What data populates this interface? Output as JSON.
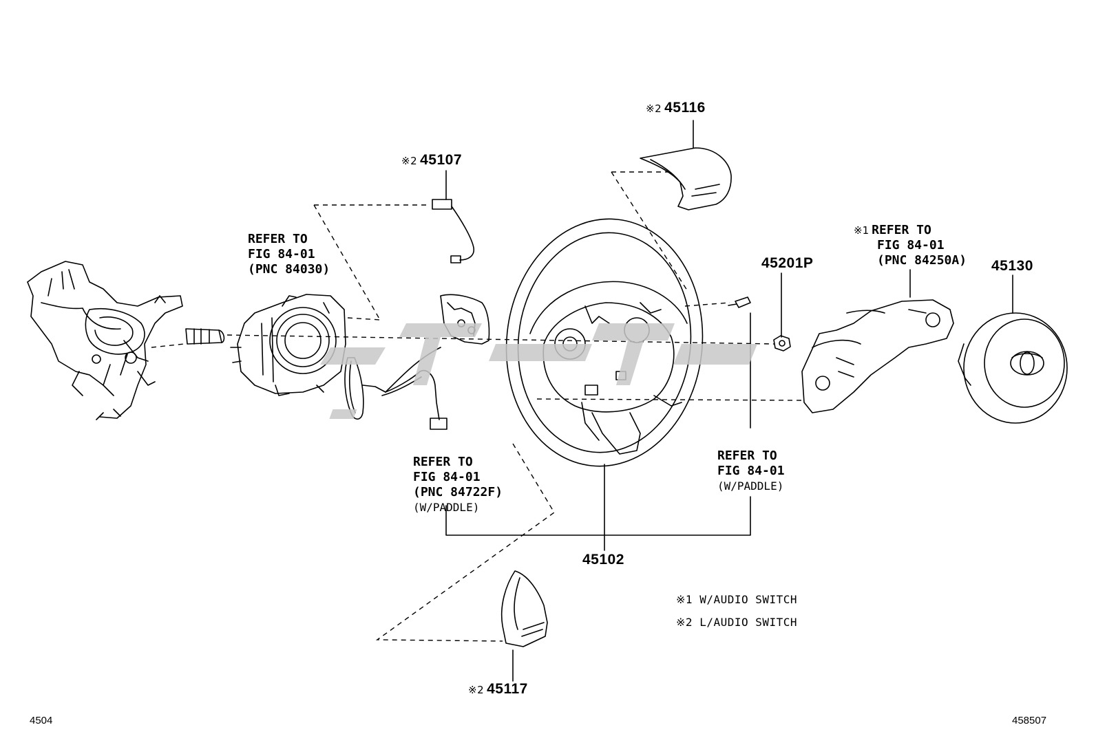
{
  "part_labels": {
    "p45116": {
      "mark": "※2",
      "number": "45116"
    },
    "p45107": {
      "mark": "※2",
      "number": "45107"
    },
    "p45201p": {
      "mark": "",
      "number": "45201P"
    },
    "p45130": {
      "mark": "",
      "number": "45130"
    },
    "p45102": {
      "mark": "",
      "number": "45102"
    },
    "p45117": {
      "mark": "※2",
      "number": "45117"
    }
  },
  "refer_notes": {
    "column": {
      "line1": "REFER TO",
      "line2": "FIG 84-01",
      "line3": "(PNC 84030)"
    },
    "audio": {
      "mark": "※1",
      "line1": "REFER TO",
      "line2": "FIG 84-01",
      "line3": "(PNC 84250A)"
    },
    "paddle_left": {
      "line1": "REFER TO",
      "line2": "FIG 84-01",
      "line3": "(PNC 84722F)",
      "line4": "(W/PADDLE)"
    },
    "paddle_right": {
      "line1": "REFER TO",
      "line2": "FIG 84-01",
      "line3": "(W/PADDLE)"
    }
  },
  "legend": {
    "note1": {
      "mark": "※1",
      "text": "W/AUDIO SWITCH"
    },
    "note2": {
      "mark": "※2",
      "text": "L/AUDIO SWITCH"
    }
  },
  "corners": {
    "left": "4504",
    "right": "458507"
  },
  "colors": {
    "ink": "#000000",
    "watermark": "#c8c8c8"
  }
}
